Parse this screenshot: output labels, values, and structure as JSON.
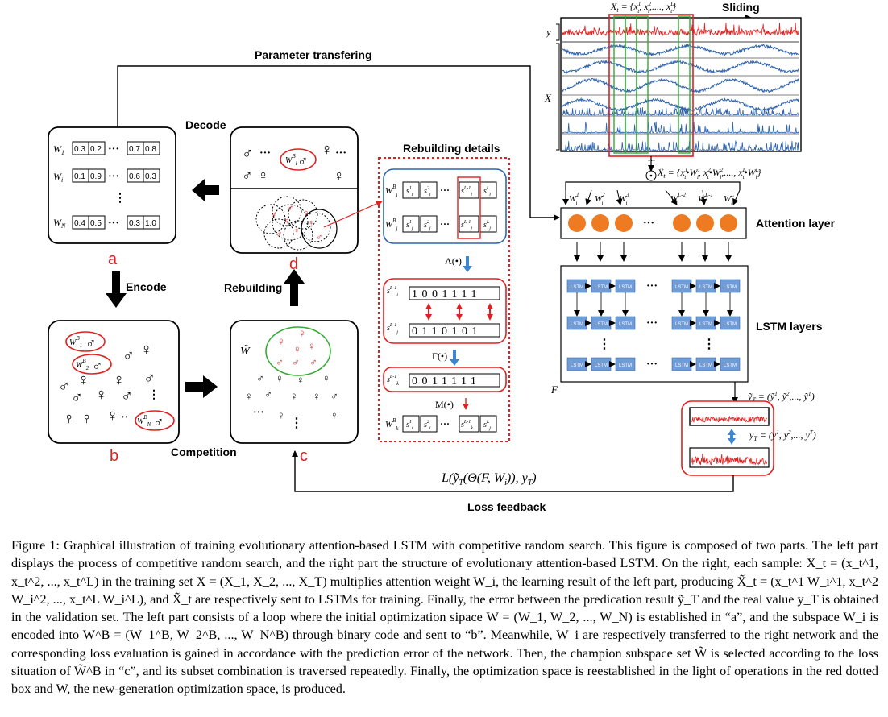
{
  "labels": {
    "param_transfer": "Parameter transfering",
    "decode": "Decode",
    "encode": "Encode",
    "rebuilding": "Rebuilding",
    "competition": "Competition",
    "rebuilding_details": "Rebuilding details",
    "attention_layer": "Attention layer",
    "lstm_layers": "LSTM layers",
    "loss_feedback": "Loss feedback",
    "sliding": "Sliding",
    "a": "a",
    "b": "b",
    "c": "c",
    "d": "d",
    "y": "y",
    "X": "X",
    "F": "F",
    "xt_set": "X_t = {x_t^1, x_t^2, ..., x_t^L}",
    "xt_tilde": "X̃_t = {x_t^1•W_i^1, x_t^2•W_i^2, ..., x_t^L•W_i^L}",
    "y_tilde": "ỹ_T = (ỹ^1, ỹ^2, ..., ỹ^T)",
    "y_true": "y_T = (y^1, y^2, ..., y^T)",
    "loss": "L(ỹ_T(Θ(F, W_i)), y_T)",
    "lambda_op": "Λ(•)",
    "gamma_op": "Γ(•)",
    "m_op": "M(•)",
    "lstm_cell": "LSTM",
    "w_tilde": "W̃"
  },
  "matrix": {
    "rows": [
      {
        "name": "W_1",
        "vals": [
          "0.3",
          "0.2",
          "0.7",
          "0.8"
        ]
      },
      {
        "name": "W_i",
        "vals": [
          "0.1",
          "0.9",
          "0.6",
          "0.3"
        ]
      },
      {
        "name": "W_N",
        "vals": [
          "0.4",
          "0.5",
          "0.3",
          "1.0"
        ]
      }
    ]
  },
  "bits": {
    "si": "1001111",
    "sj": "0110101",
    "sk": "0011111"
  },
  "caption": "Figure 1: Graphical illustration of training evolutionary attention-based LSTM with competitive random search. This figure is composed of two parts. The left part displays the process of competitive random search, and the right part the structure of evolutionary attention-based LSTM. On the right, each sample: X_t = (x_t^1, x_t^2, ..., x_t^L) in the training set X = (X_1, X_2, ..., X_T) multiplies attention weight W_i, the learning result of the left part, producing X̃_t = (x_t^1 W_i^1, x_t^2 W_i^2, ..., x_t^L W_i^L), and X̃_t are respectively sent to LSTMs for training. Finally, the error between the predication result ỹ_T and the real value y_T is obtained in the validation set. The left part consists of a loop where the initial optimization sipace W = (W_1, W_2, ..., W_N) is established in “a”, and the subspace W_i is encoded into W^B = (W_1^B, W_2^B, ..., W_N^B) through binary code and sent to “b”. Meanwhile, W_i are respectively transferred to the right network and the corresponding loss evaluation is gained in accordance with the prediction error of the network. Then, the champion subspace set W̃ is selected according to the loss situation of W̃^B in “c”, and its subset combination is traversed repeatedly. Finally, the optimization space is reestablished in the light of operations in the red dotted box and W, the new-generation optimization space, is produced.",
  "colors": {
    "red": "#e02020",
    "orange": "#ee7a22",
    "lstm_blue": "#6f9bd6",
    "wave_blue": "#2f63b0",
    "green": "#33aa33",
    "arrow_blue": "#3f86d0"
  }
}
